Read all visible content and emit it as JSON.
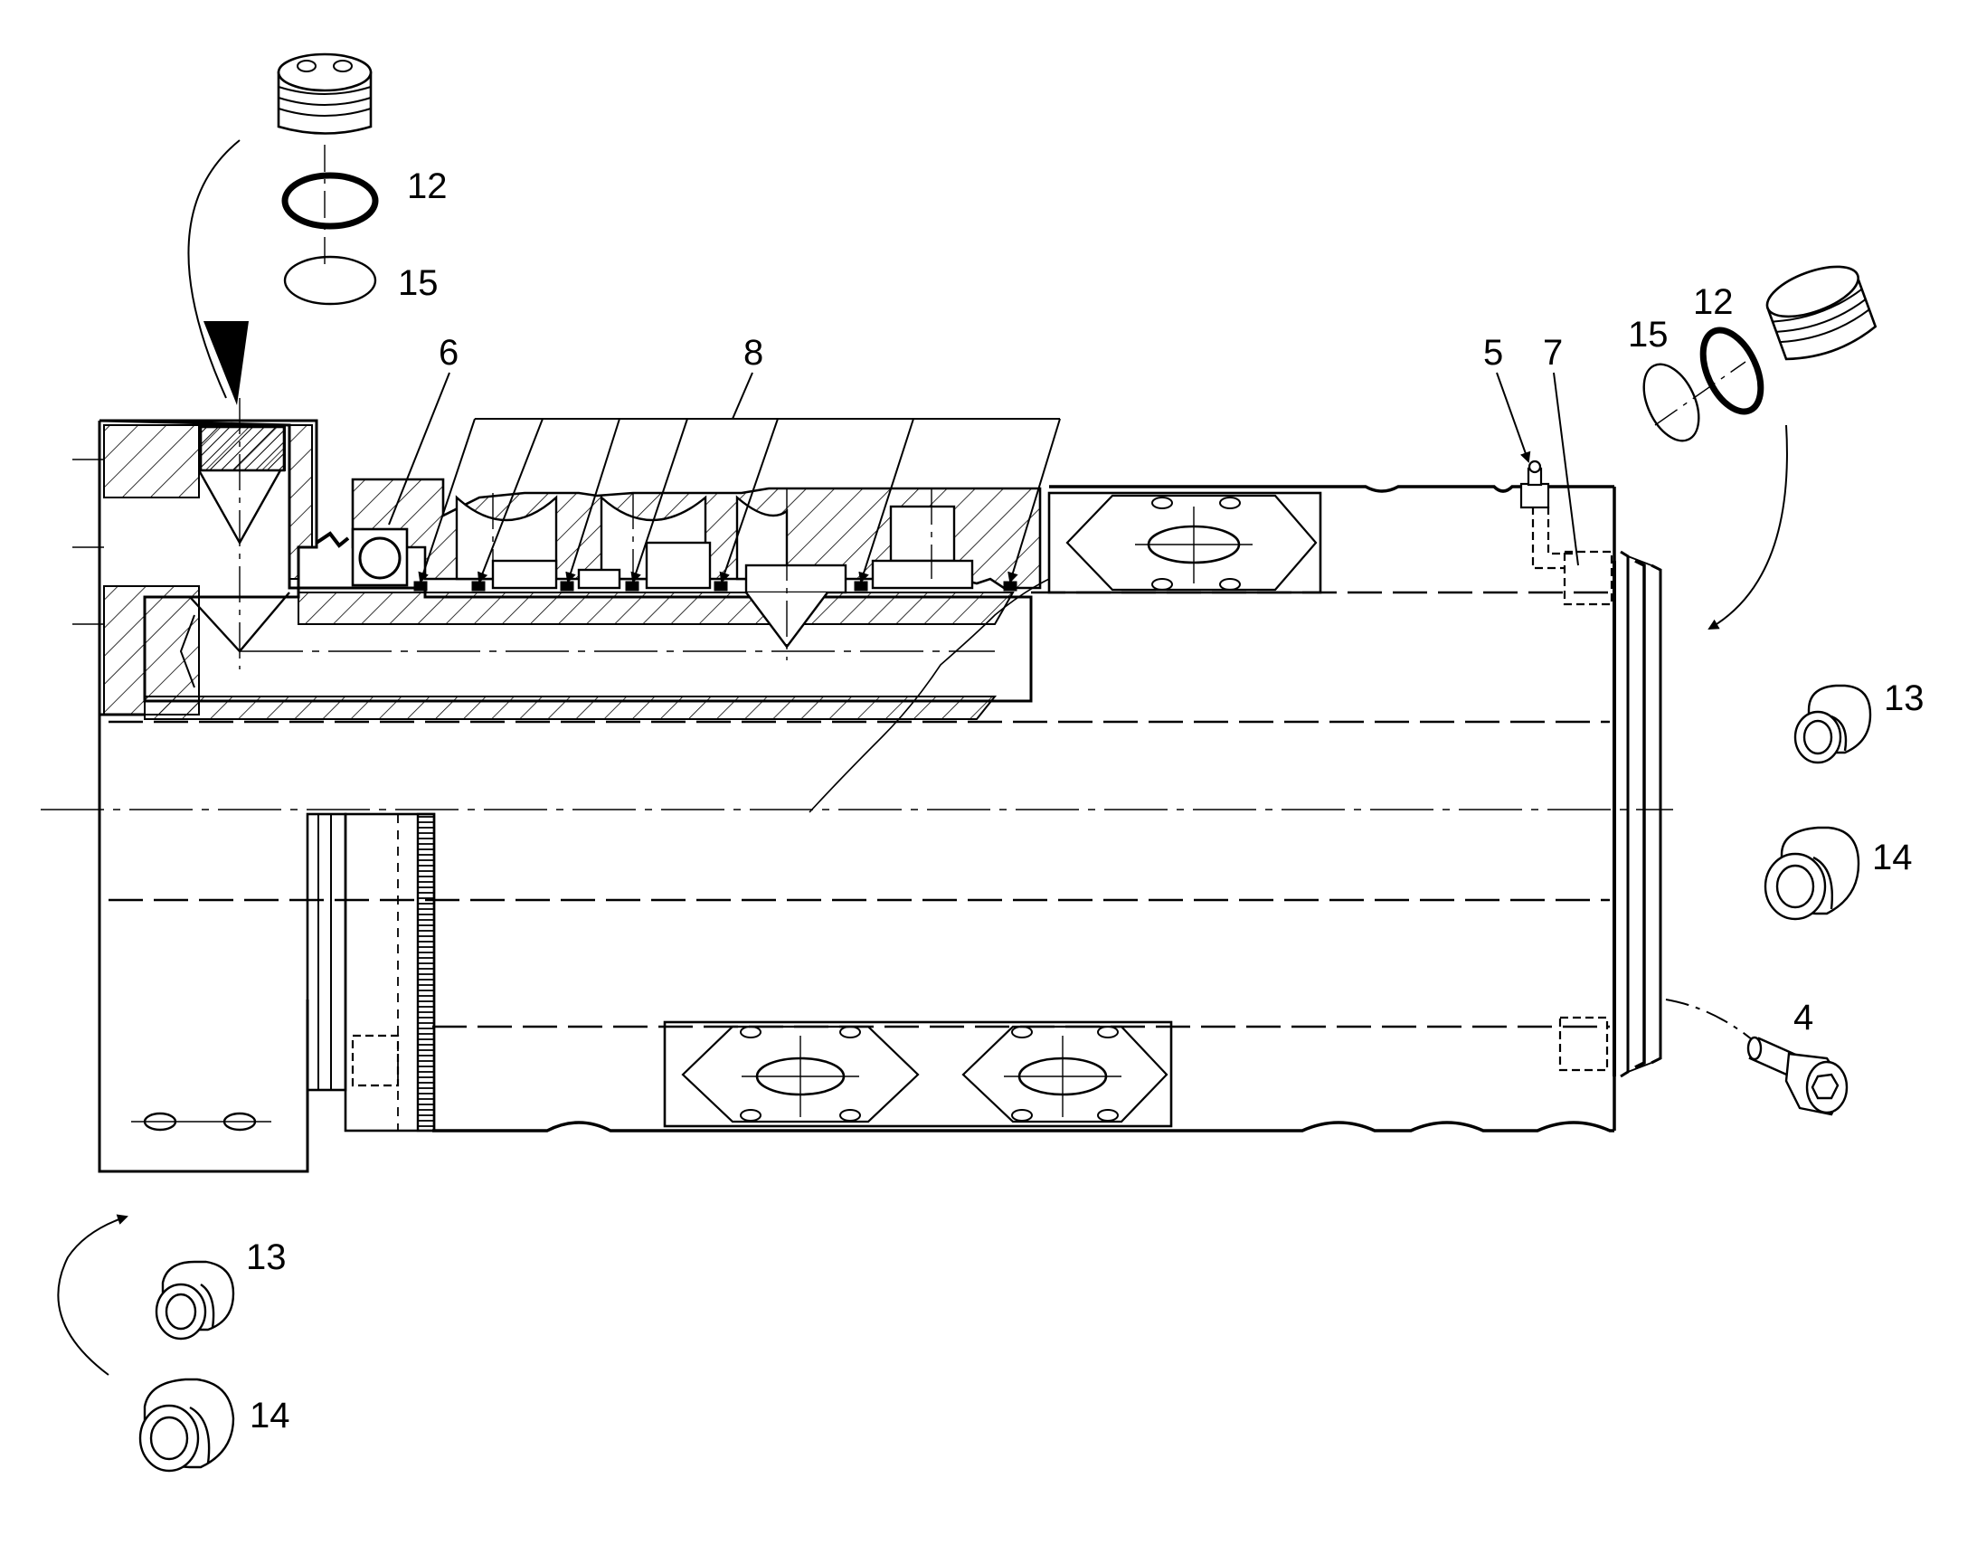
{
  "diagram": {
    "labels": {
      "l12_top": "12",
      "l15_top": "15",
      "l6": "6",
      "l8": "8",
      "l5": "5",
      "l7": "7",
      "l15_right": "15",
      "l12_right": "12",
      "l13_right": "13",
      "l14_right": "14",
      "l4": "4",
      "l13_bottom": "13",
      "l14_bottom": "14"
    },
    "colors": {
      "ink": "#000000",
      "paper": "#ffffff"
    }
  }
}
